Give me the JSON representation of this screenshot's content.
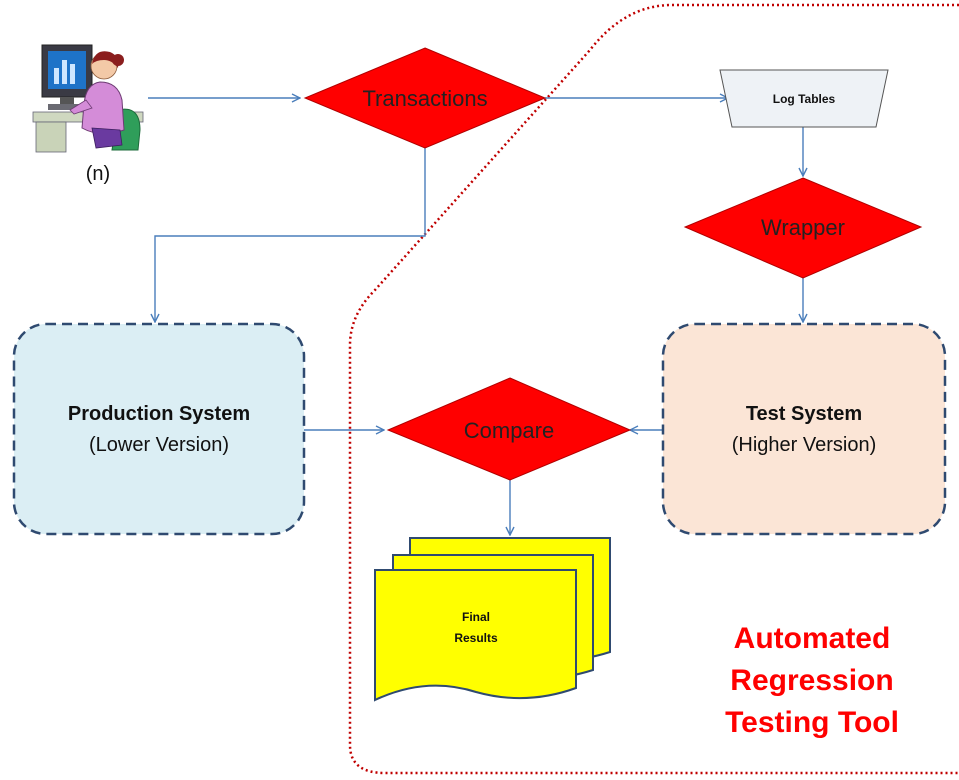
{
  "user": {
    "count_label": "(n)",
    "icon": "user-at-computer-icon"
  },
  "nodes": {
    "transactions": "Transactions",
    "log_tables": "Log Tables",
    "wrapper": "Wrapper",
    "compare": "Compare",
    "final_results": {
      "line1": "Final",
      "line2": "Results"
    },
    "production_system": {
      "title": "Production System",
      "subtitle": "(Lower Version)"
    },
    "test_system": {
      "title": "Test System",
      "subtitle": "(Higher Version)"
    }
  },
  "tool_label": {
    "line1": "Automated",
    "line2": "Regression",
    "line3": "Testing Tool"
  },
  "colors": {
    "diamond_fill": "#ff0000",
    "connector": "#4a7ebb",
    "production_fill": "#dbeef4",
    "test_fill": "#fbe5d6",
    "box_border": "#2f4a70",
    "log_tables_fill": "#eef2f6",
    "results_fill": "#ffff00",
    "tool_boundary": "#c00000",
    "tool_text": "#ff0000"
  }
}
